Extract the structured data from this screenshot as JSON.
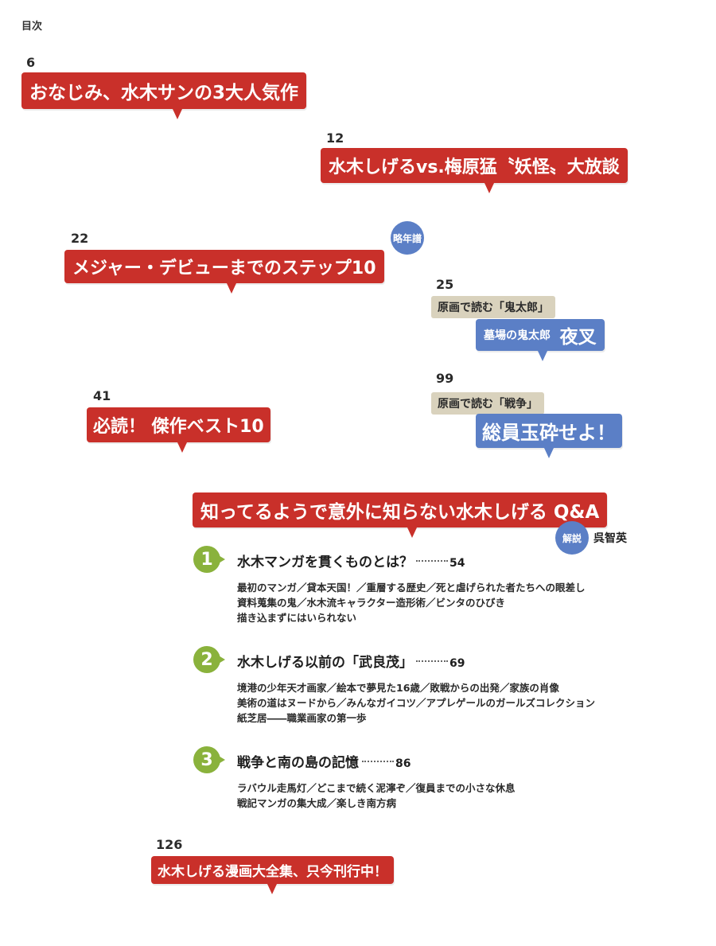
{
  "page_label": "目次",
  "entries": [
    {
      "page": "6",
      "title": "おなじみ、水木サンの3大人気作"
    },
    {
      "page": "12",
      "title": "水木しげるvs.梅原猛〝妖怪〟大放談"
    },
    {
      "page": "22",
      "title": "メジャー・デビューまでのステップ10",
      "badge": "略年譜"
    },
    {
      "page": "41",
      "title": "必読！ 傑作ベスト10"
    },
    {
      "page": "126",
      "title": "水木しげる漫画大全集、只今刊行中！"
    }
  ],
  "genga": [
    {
      "page": "25",
      "label": "原画で読む「鬼太郎」",
      "subtitle": "墓場の鬼太郎",
      "title": "夜叉"
    },
    {
      "page": "99",
      "label": "原画で読む「戦争」",
      "title": "総員玉砕せよ！"
    }
  ],
  "qa": {
    "title": "知ってるようで意外に知らない水木しげる Q&A",
    "commentary_label": "解説",
    "commentator": "呉智英",
    "sections": [
      {
        "number": "1",
        "title": "水木マンガを貫くものとは？",
        "page": "54",
        "lines": [
          "最初のマンガ／貸本天国！／重層する歴史／死と虐げられた者たちへの眼差し",
          "資料蒐集の鬼／水木流キャラクター造形術／ビンタのひびき",
          "描き込まずにはいられない"
        ]
      },
      {
        "number": "2",
        "title": "水木しげる以前の「武良茂」",
        "page": "69",
        "lines": [
          "境港の少年天才画家／絵本で夢見た16歳／敗戦からの出発／家族の肖像",
          "美術の道はヌードから／みんなガイコツ／アプレゲールのガールズコレクション",
          "紙芝居――職業画家の第一歩"
        ]
      },
      {
        "number": "3",
        "title": "戦争と南の島の記憶",
        "page": "86",
        "lines": [
          "ラバウル走馬灯／どこまで続く泥濘ぞ／復員までの小さな休息",
          "戦記マンガの集大成／楽しき南方病"
        ]
      }
    ]
  },
  "colors": {
    "red": "#c9302a",
    "blue": "#5b7fc6",
    "tan": "#d9d2bd",
    "green": "#8ab23c"
  }
}
